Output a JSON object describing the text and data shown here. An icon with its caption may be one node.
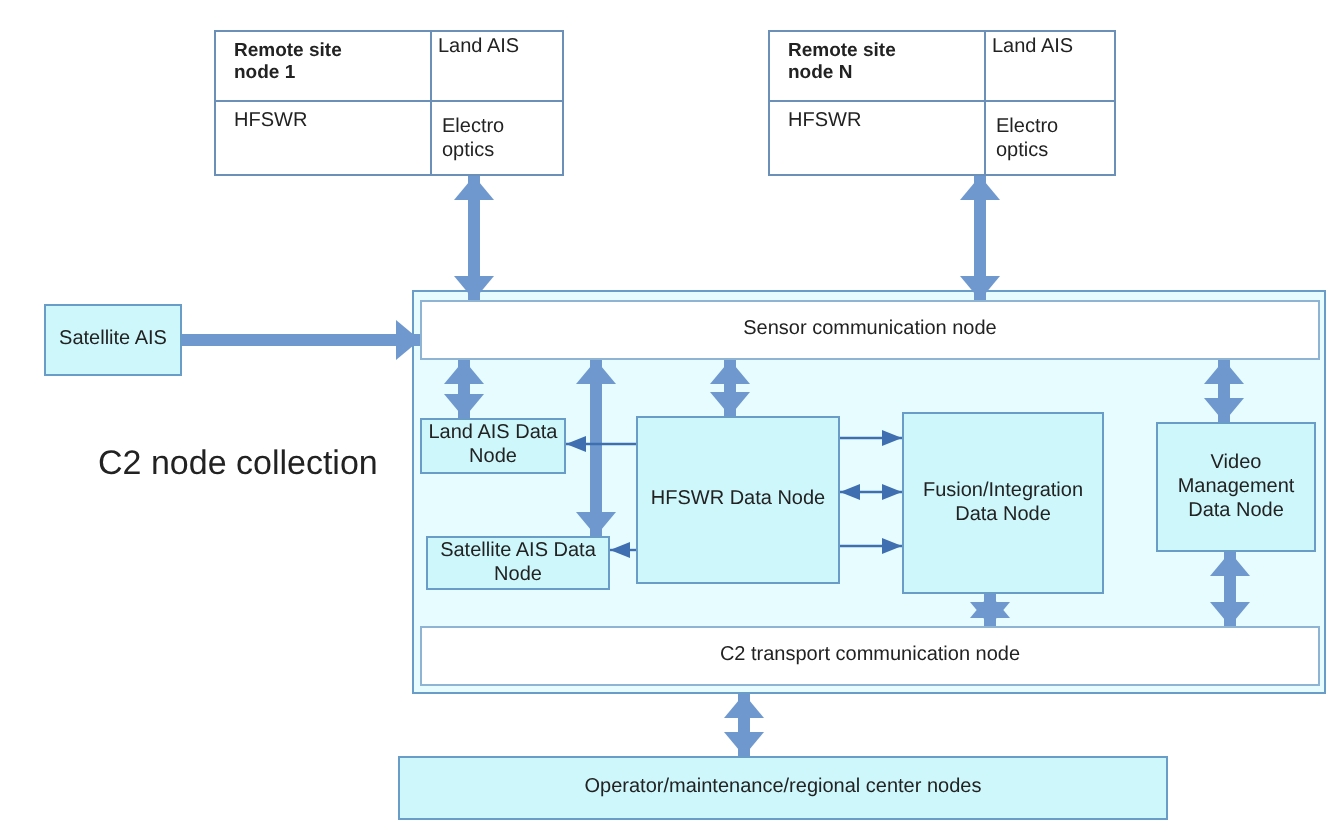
{
  "diagram": {
    "nodes": [
      {
        "text": [
          "Remote site node 1",
          "Land AIS",
          "HFSWR",
          "Electro optics"
        ]
      },
      {
        "text": [
          "Remote site node N",
          "Land AIS",
          "HFSWR",
          "Electro optics"
        ]
      },
      {
        "text": [
          "Satellite AIS"
        ]
      },
      {
        "text": [],
        "shape": "box",
        "beside": [
          "C2 node collection"
        ]
      },
      {
        "text": [
          "Sensor communication node"
        ],
        "in": 3
      },
      {
        "text": [
          "Land AIS Data Node"
        ],
        "in": 3
      },
      {
        "text": [
          "Satellite AIS Data Node"
        ],
        "in": 3
      },
      {
        "text": [
          "HFSWR Data Node"
        ],
        "in": 3
      },
      {
        "text": [
          "Fusion/Integration Data Node"
        ],
        "in": 3
      },
      {
        "text": [
          "Video Management Data Node"
        ],
        "in": 3
      },
      {
        "text": [
          "C2 transport communication node"
        ],
        "in": 3
      },
      {
        "text": [
          "Operator/maintenance/regional center nodes"
        ]
      }
    ],
    "edges": [
      {
        "from": 0,
        "to": 4,
        "arrow": "both"
      },
      {
        "from": 1,
        "to": 4,
        "arrow": "both"
      },
      {
        "from": 2,
        "to": 4,
        "arrow": "to"
      },
      {
        "from": 4,
        "to": 5,
        "arrow": "both"
      },
      {
        "from": 4,
        "to": 6,
        "arrow": "both"
      },
      {
        "from": 4,
        "to": 7,
        "arrow": "both"
      },
      {
        "from": 7,
        "to": 5,
        "arrow": "to",
        "color": "#3f6fb0"
      },
      {
        "from": 7,
        "to": 6,
        "arrow": "to",
        "color": "#3f6fb0"
      },
      {
        "from": 7,
        "to": 8,
        "arrow": "to",
        "color": "#3f6fb0"
      },
      {
        "from": 7,
        "to": 8,
        "arrow": "both",
        "color": "#3f6fb0"
      },
      {
        "from": 7,
        "to": 8,
        "arrow": "to",
        "color": "#3f6fb0"
      },
      {
        "from": 8,
        "to": 10,
        "arrow": "both"
      },
      {
        "from": 4,
        "to": 9,
        "arrow": "both"
      },
      {
        "from": 9,
        "to": 10,
        "arrow": "both"
      },
      {
        "from": 3,
        "to": 11,
        "arrow": "both"
      }
    ]
  }
}
